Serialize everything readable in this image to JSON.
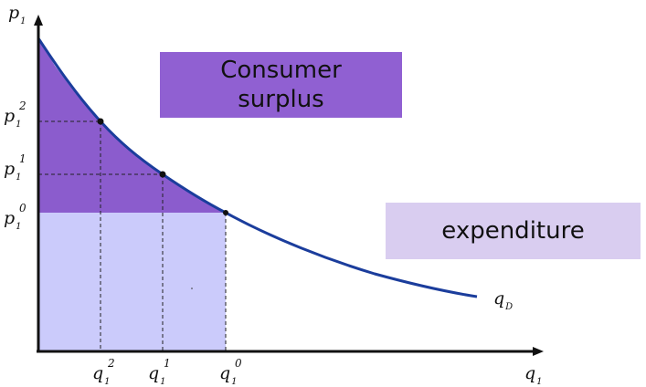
{
  "axes": {
    "y_label": {
      "main": "p",
      "sub": "1"
    },
    "x_label": {
      "main": "q",
      "sub": "1"
    }
  },
  "curve_label": {
    "main": "q",
    "sub": "D"
  },
  "y_ticks": [
    {
      "main": "p",
      "sub": "1",
      "sup": "2"
    },
    {
      "main": "p",
      "sub": "1",
      "sup": "1"
    },
    {
      "main": "p",
      "sub": "1",
      "sup": "0"
    }
  ],
  "x_ticks": [
    {
      "main": "q",
      "sub": "1",
      "sup": "2"
    },
    {
      "main": "q",
      "sub": "1",
      "sup": "1"
    },
    {
      "main": "q",
      "sub": "1",
      "sup": "0"
    }
  ],
  "consumer_surplus_label": "Consumer surplus",
  "expenditure_label": "expenditure",
  "colors": {
    "curve": "#1b3d9c",
    "surplus": "#8b5ccd",
    "expenditure_area": "#cbcbfb",
    "surplus_box": "#9060d2",
    "expenditure_box": "#d9cdf0",
    "axis": "#111111"
  }
}
